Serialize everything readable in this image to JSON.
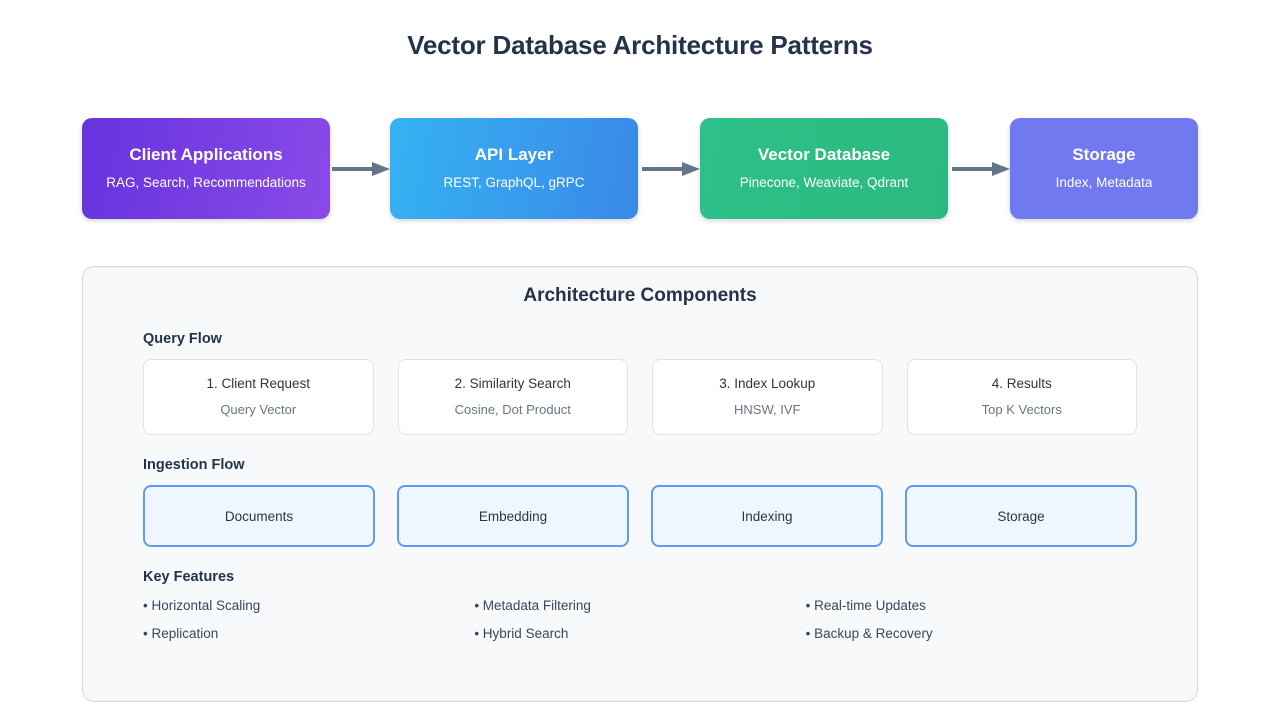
{
  "page": {
    "title": "Vector Database Architecture Patterns"
  },
  "flow": {
    "arrow_color": "#64748b",
    "boxes": [
      {
        "id": "client-applications",
        "title": "Client Applications",
        "subtitle": "RAG, Search, Recommendations",
        "color_start": "#6633dd",
        "color_end": "#8a4ae8"
      },
      {
        "id": "api-layer",
        "title": "API Layer",
        "subtitle": "REST, GraphQL, gRPC",
        "color_start": "#35b3f2",
        "color_end": "#3a88e8"
      },
      {
        "id": "vector-database",
        "title": "Vector Database",
        "subtitle": "Pinecone, Weaviate, Qdrant",
        "color_start": "#2dc08a",
        "color_end": "#2cb97f"
      },
      {
        "id": "storage",
        "title": "Storage",
        "subtitle": "Index, Metadata",
        "color_start": "#7079ef",
        "color_end": "#7079ef"
      }
    ]
  },
  "panel": {
    "title": "Architecture Components",
    "background": "#f8f9fb",
    "border_color": "#d6d9e0",
    "query_flow": {
      "title": "Query Flow",
      "cards": [
        {
          "title": "1. Client Request",
          "subtitle": "Query Vector"
        },
        {
          "title": "2. Similarity Search",
          "subtitle": "Cosine, Dot Product"
        },
        {
          "title": "3. Index Lookup",
          "subtitle": "HNSW, IVF"
        },
        {
          "title": "4. Results",
          "subtitle": "Top K Vectors"
        }
      ]
    },
    "ingestion_flow": {
      "title": "Ingestion Flow",
      "accent_color": "#5d9cf2",
      "fill_color": "#eff6fe",
      "cards": [
        {
          "label": "Documents"
        },
        {
          "label": "Embedding"
        },
        {
          "label": "Indexing"
        },
        {
          "label": "Storage"
        }
      ]
    },
    "key_features": {
      "title": "Key Features",
      "items": [
        "• Horizontal Scaling",
        "• Metadata Filtering",
        "• Real-time Updates",
        "• Replication",
        "• Hybrid Search",
        "• Backup & Recovery"
      ]
    }
  }
}
